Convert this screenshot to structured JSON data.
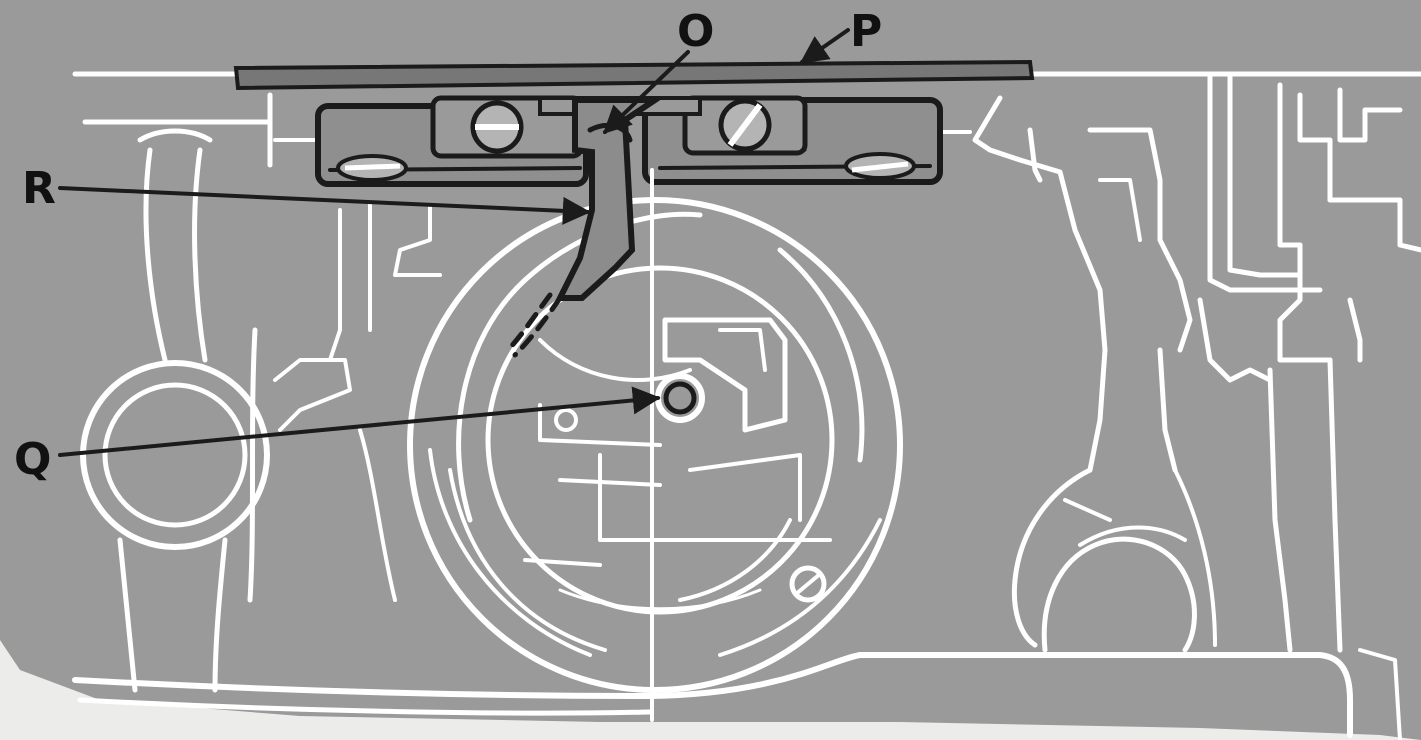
{
  "labels": {
    "O": "O",
    "P": "P",
    "R": "R",
    "Q": "Q"
  },
  "colors": {
    "background_gray": "#9a9a9a",
    "line_white": "#ffffff",
    "ink": "#1b1b1b",
    "paper": "#ececea"
  }
}
